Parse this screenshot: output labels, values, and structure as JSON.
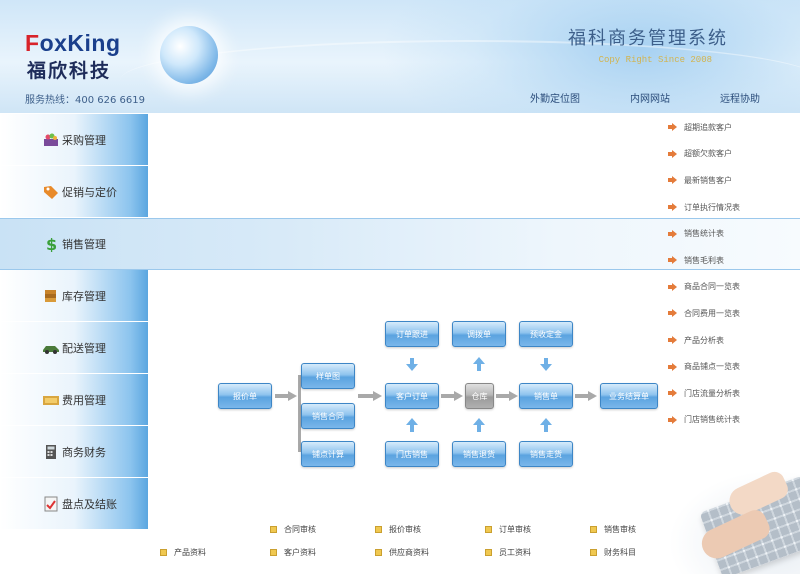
{
  "header": {
    "logo_en_a": "F",
    "logo_en_b": "oxKing",
    "logo_cn": "福欣科技",
    "hotline_label": "服务热线：",
    "hotline_number": "400 626 6619",
    "system_title": "福科商务管理系统",
    "copyright": "Copy Right Since 2008",
    "links": [
      "外勤定位图",
      "内网网站",
      "远程协助"
    ]
  },
  "sidebar": {
    "items": [
      {
        "label": "采购管理",
        "icon": "basket-icon"
      },
      {
        "label": "促销与定价",
        "icon": "tag-icon"
      },
      {
        "label": "销售管理",
        "icon": "dollar-icon"
      },
      {
        "label": "库存管理",
        "icon": "books-icon"
      },
      {
        "label": "配送管理",
        "icon": "car-icon"
      },
      {
        "label": "费用管理",
        "icon": "money-icon"
      },
      {
        "label": "商务财务",
        "icon": "calculator-icon"
      },
      {
        "label": "盘点及结账",
        "icon": "document-icon"
      }
    ],
    "active_index": 2
  },
  "right_links": [
    "超期追款客户",
    "超额欠款客户",
    "最新销售客户",
    "订单执行情况表",
    "销售统计表",
    "销售毛利表",
    "商品合同一览表",
    "合同费用一览表",
    "产品分析表",
    "商品铺点一览表",
    "门店流量分析表",
    "门店销售统计表"
  ],
  "flow": {
    "quote": "报价单",
    "sample": "样单图",
    "contract": "销售合同",
    "shop_calc": "铺点计算",
    "order_track": "订单跟进",
    "order": "客户订单",
    "store_sales": "门店销售",
    "deposit": "调拨单",
    "warehouse": "仓库",
    "sales_return": "销售退货",
    "rebate": "预收定金",
    "sales_slip": "销售单",
    "sales_fee": "销售走货",
    "biz_sheet": "业务结算单"
  },
  "quick_links": {
    "row1": [
      "合同审核",
      "报价审核",
      "订单审核",
      "销售审核"
    ],
    "row2": [
      "产品资料",
      "客户资料",
      "供应商资料",
      "员工资料",
      "财务科目"
    ]
  },
  "colors": {
    "accent_blue": "#5aa6e0",
    "title_text": "#3d5f8a",
    "copyright_gold": "#d2b450",
    "link_arrow": "#e47b3a"
  }
}
